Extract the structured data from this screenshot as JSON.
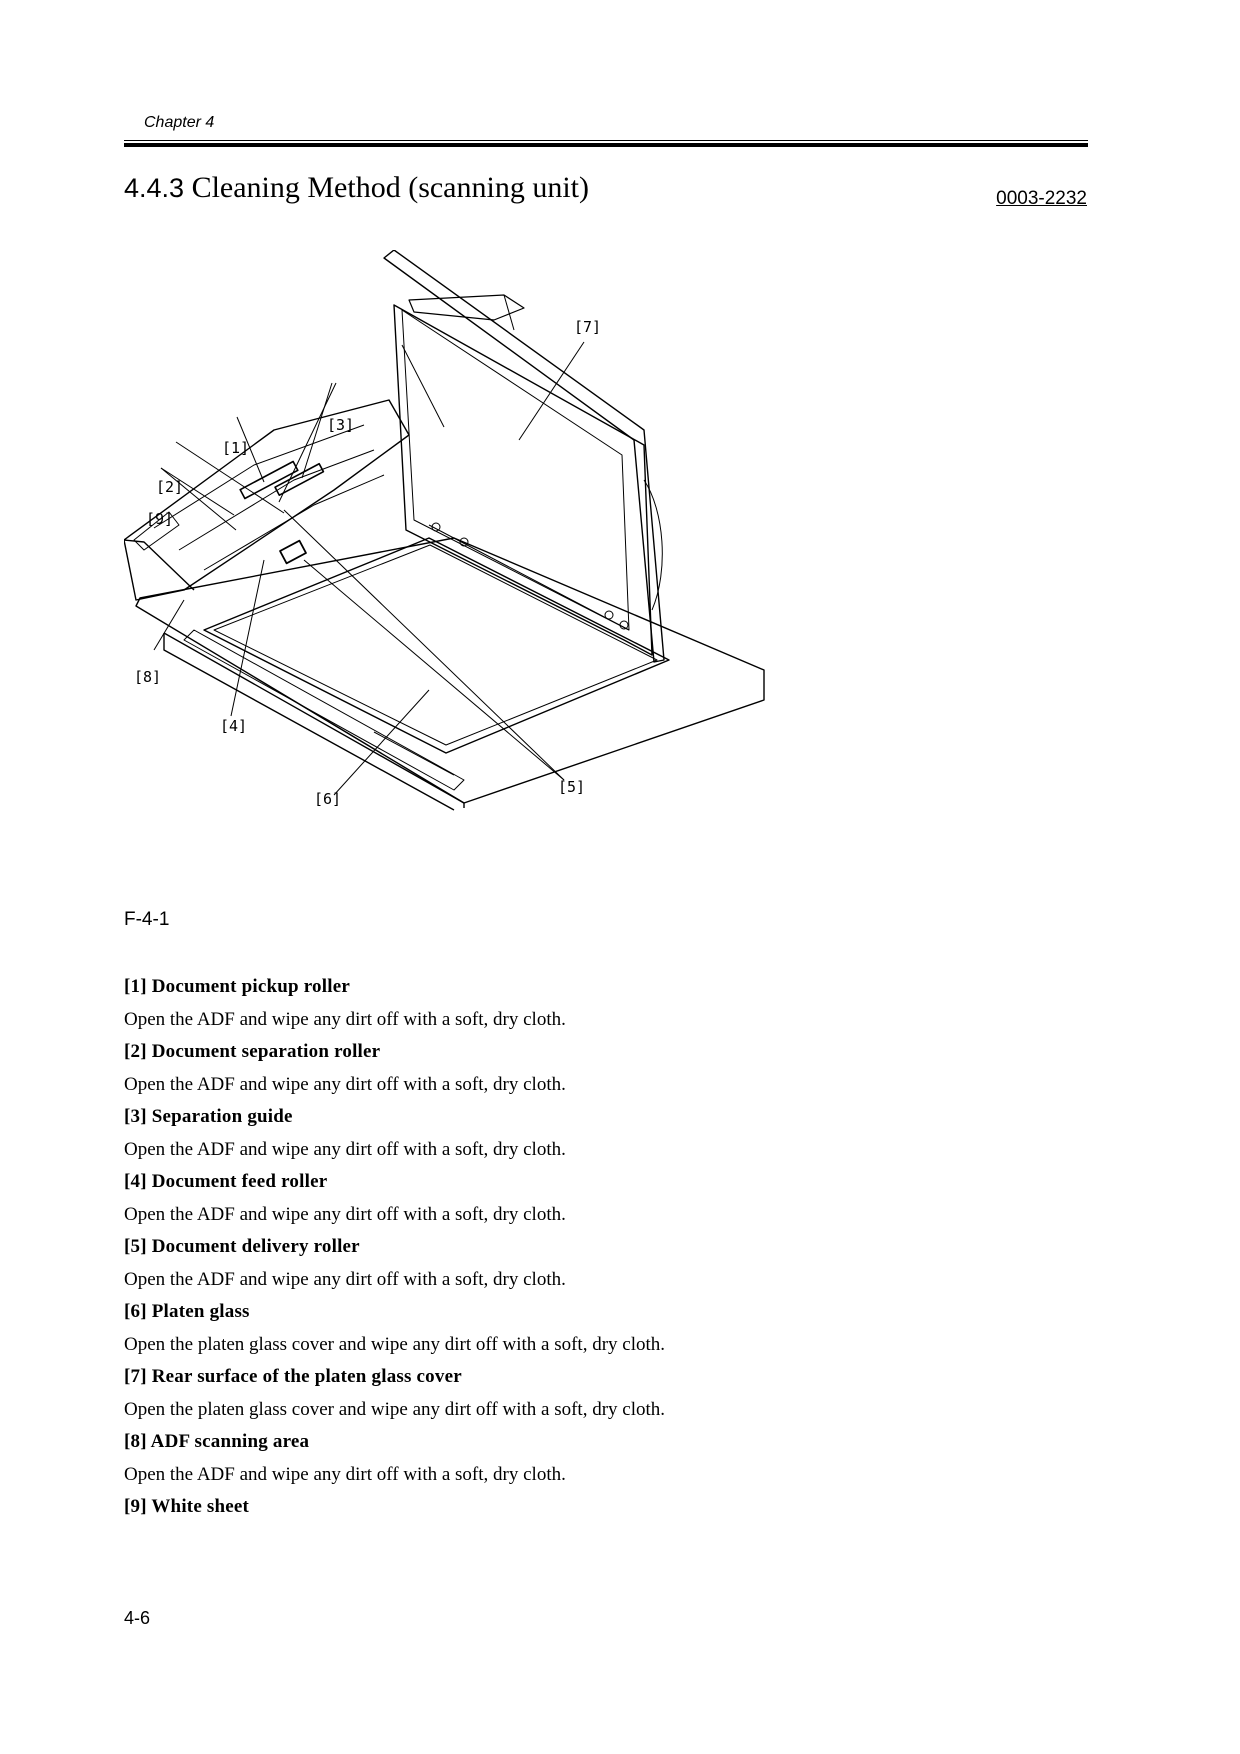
{
  "header": {
    "chapter": "Chapter 4",
    "section_number": "4.4.3",
    "section_title": "Cleaning Method (scanning unit)",
    "doc_code": "0003-2232"
  },
  "figure": {
    "caption": "F-4-1",
    "callouts": [
      "[1]",
      "[2]",
      "[3]",
      "[4]",
      "[5]",
      "[6]",
      "[7]",
      "[8]",
      "[9]"
    ]
  },
  "items": [
    {
      "title": "[1] Document pickup roller",
      "desc": "Open the ADF and wipe any dirt off with a soft, dry cloth."
    },
    {
      "title": "[2] Document separation roller",
      "desc": "Open the ADF and wipe any dirt off with a soft, dry cloth."
    },
    {
      "title": "[3] Separation guide",
      "desc": "Open the ADF and wipe any dirt off with a soft, dry cloth."
    },
    {
      "title": "[4] Document feed roller",
      "desc": "Open the ADF and wipe any dirt off with a soft, dry cloth."
    },
    {
      "title": "[5] Document delivery roller",
      "desc": "Open the ADF and wipe any dirt off with a soft, dry cloth."
    },
    {
      "title": "[6] Platen glass",
      "desc": "Open the platen glass cover and wipe any dirt off with a soft, dry cloth."
    },
    {
      "title": "[7] Rear surface of the platen glass cover",
      "desc": "Open the platen glass cover and wipe any dirt off with a soft, dry cloth."
    },
    {
      "title": "[8] ADF scanning area",
      "desc": "Open the ADF and wipe any dirt off with a soft, dry cloth."
    },
    {
      "title": "[9] White sheet",
      "desc": ""
    }
  ],
  "footer": {
    "page_number": "4-6"
  }
}
